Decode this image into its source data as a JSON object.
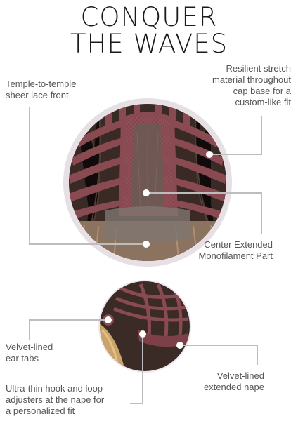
{
  "title": {
    "line1": "CONQUER",
    "line2": "THE WAVES"
  },
  "callouts": {
    "temple": [
      "Temple-to-temple",
      "sheer lace front"
    ],
    "stretch": [
      "Resilient stretch",
      "material throughout",
      "cap base for a",
      "custom-like fit"
    ],
    "center": [
      "Center Extended",
      "Monofilament Part"
    ],
    "ear": [
      "Velvet-lined",
      "ear tabs"
    ],
    "nape": [
      "Velvet-lined",
      "extended nape"
    ],
    "hook": [
      "Ultra-thin hook and loop",
      "adjusters at the nape for",
      "a personalized fit"
    ]
  },
  "colors": {
    "cap": "#8a4a52",
    "hair_dark": "#3a2a26",
    "hair_light": "#c9a36a",
    "halo": "#ece7ea",
    "leader_line": "#bdbdbd"
  }
}
